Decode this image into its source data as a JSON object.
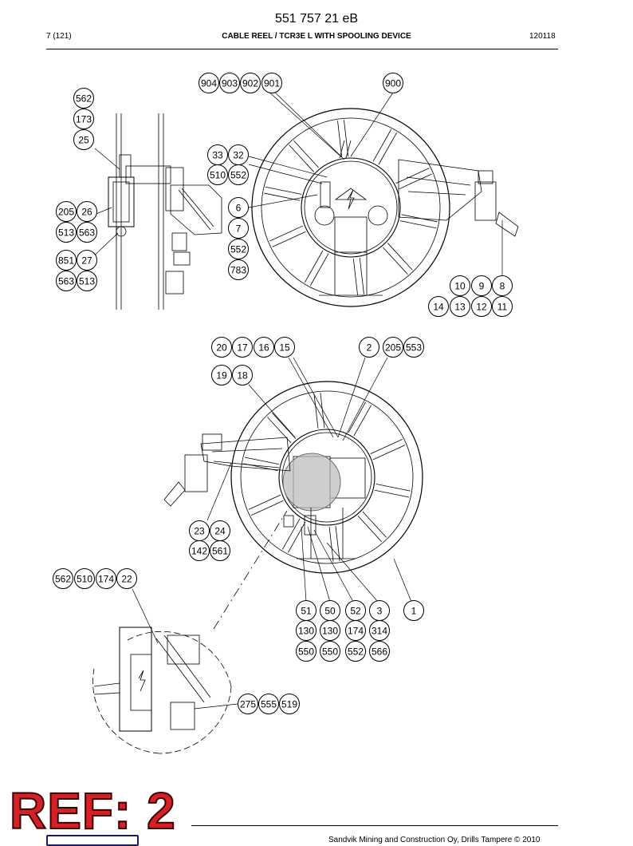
{
  "header": {
    "doc_number": "551 757 21 eB",
    "page": "7 (121)",
    "title": "CABLE REEL / TCR3E L WITH SPOOLING DEVICE",
    "date_code": "120118"
  },
  "footer": {
    "copyright": "Sandvik Mining and Construction Oy, Drills Tampere © 2010"
  },
  "overlay": {
    "ref_label": "REF: 2"
  },
  "diagram": {
    "part_numbers": [
      "904",
      "903",
      "902",
      "901",
      "900",
      "562",
      "173",
      "25",
      "33",
      "32",
      "510",
      "552",
      "6",
      "7",
      "552",
      "783",
      "205",
      "26",
      "513",
      "563",
      "851",
      "27",
      "563",
      "513",
      "10",
      "9",
      "8",
      "14",
      "13",
      "12",
      "11",
      "20",
      "17",
      "16",
      "15",
      "2",
      "205",
      "553",
      "19",
      "18",
      "23",
      "24",
      "142",
      "561",
      "562",
      "510",
      "174",
      "22",
      "51",
      "50",
      "52",
      "3",
      "1",
      "130",
      "130",
      "174",
      "314",
      "550",
      "550",
      "552",
      "566",
      "275",
      "555",
      "519"
    ]
  }
}
